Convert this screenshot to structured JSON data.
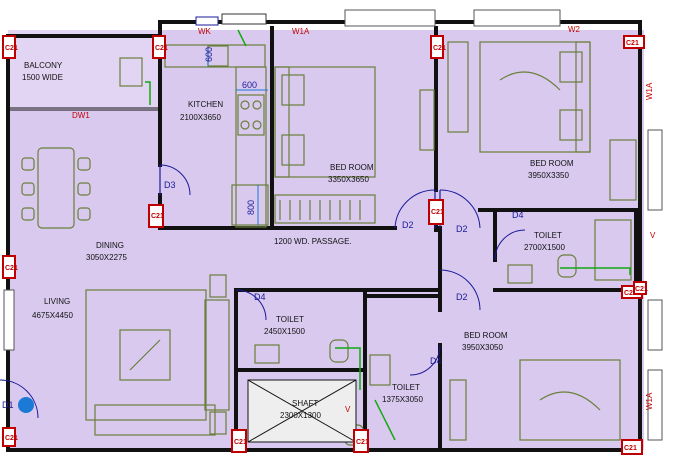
{
  "rooms": {
    "balcony": {
      "name": "BALCONY",
      "size": "1500 WIDE"
    },
    "kitchen": {
      "name": "KITCHEN",
      "size": "2100X3650"
    },
    "bed1": {
      "name": "BED ROOM",
      "size": "3350X3650"
    },
    "bed2": {
      "name": "BED ROOM",
      "size": "3950X3350"
    },
    "passage": {
      "name": "1200 WD. PASSAGE."
    },
    "dining": {
      "name": "DINING",
      "size": "3050X2275"
    },
    "living": {
      "name": "LIVING",
      "size": "4675X4450"
    },
    "toilet1": {
      "name": "TOILET",
      "size": "2700X1500"
    },
    "toilet2": {
      "name": "TOILET",
      "size": "2450X1500"
    },
    "toilet3": {
      "name": "TOILET",
      "size": "1375X3050"
    },
    "bed3": {
      "name": "BED ROOM",
      "size": "3950X3050"
    },
    "shaft": {
      "name": "SHAFT",
      "size": "2300X1300"
    }
  },
  "doors": {
    "d1": "D1",
    "d2a": "D2",
    "d2b": "D2",
    "d2c": "D2",
    "d3": "D3",
    "d4a": "D4",
    "d4b": "D4",
    "d4c": "D4"
  },
  "windows": {
    "wk": "WK",
    "w1a": "W1A",
    "w2": "W2",
    "w1a_side": "W1A",
    "w1a_side2": "W1A",
    "dw1": "DW1",
    "v1": "V",
    "v2": "V"
  },
  "dims": {
    "d600a": "600",
    "d600b": "600",
    "d800": "800"
  },
  "columns": {
    "c1": "C21",
    "c2": "C21",
    "c3": "C21",
    "c4": "C21",
    "c5": "C21",
    "c6": "C21",
    "c7": "C21",
    "c8": "C21",
    "c9": "C21",
    "c10": "C21",
    "c11": "C21",
    "c12": "C21",
    "c13": "C21"
  },
  "colors": {
    "floor": "#d9c9ef",
    "wall": "#111111",
    "furniture": "#6b7f3a",
    "column": "#c00000",
    "door": "#1a1a99"
  }
}
